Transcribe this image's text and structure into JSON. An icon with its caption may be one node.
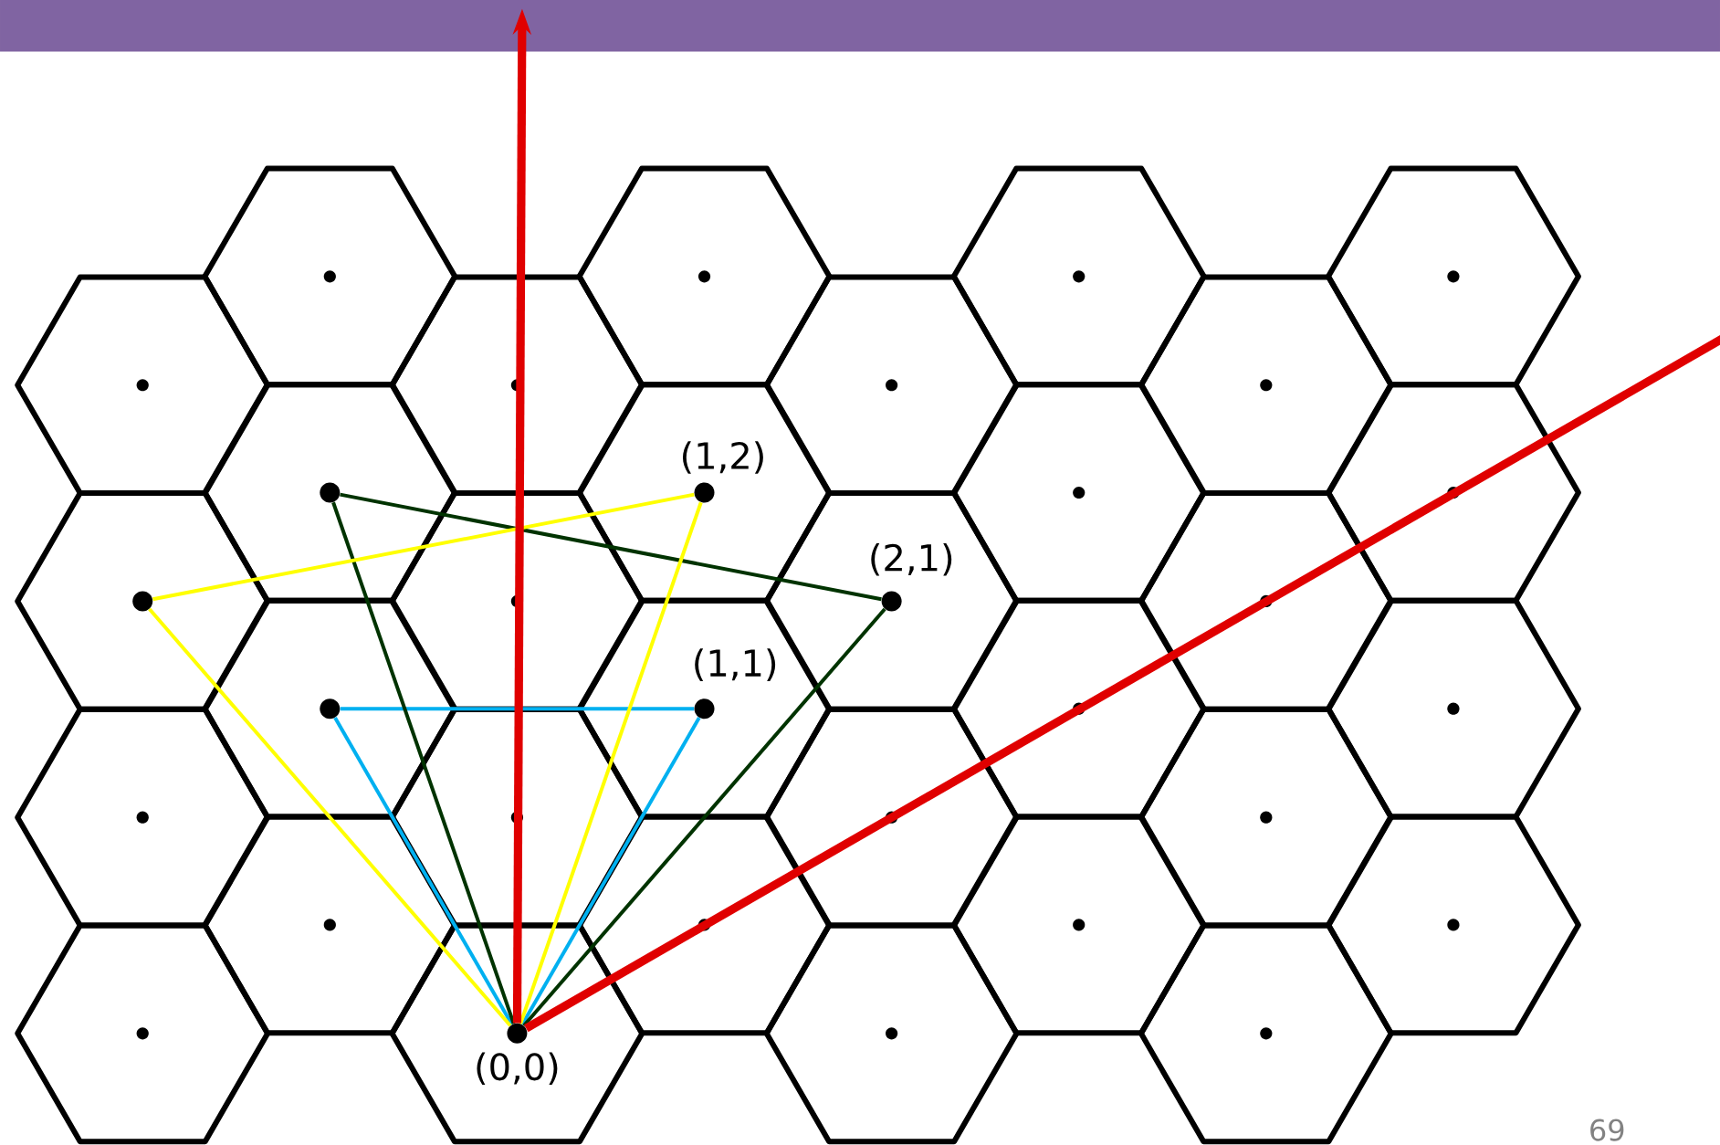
{
  "diagram": {
    "nodes": [
      {
        "text": [],
        "shape": "circle",
        "beside": [
          "(1,2)"
        ]
      },
      {
        "text": [],
        "shape": "circle"
      },
      {
        "text": [],
        "shape": "circle"
      },
      {
        "text": [],
        "shape": "circle",
        "beside": [
          "(2,1)"
        ]
      },
      {
        "text": [],
        "shape": "circle"
      },
      {
        "text": [],
        "shape": "circle",
        "beside": [
          "(1,1)"
        ]
      },
      {
        "text": [],
        "shape": "circle",
        "beside": [
          "(0,0)"
        ]
      }
    ],
    "edges": [
      {
        "from": 6,
        "to": 5,
        "arrow": "none",
        "color": "#00b0f0"
      },
      {
        "from": 6,
        "to": 4,
        "arrow": "none",
        "color": "#00b0f0"
      },
      {
        "from": 4,
        "to": 5,
        "arrow": "none",
        "color": "#00b0f0"
      },
      {
        "from": 6,
        "to": 3,
        "arrow": "none",
        "color": "#003300"
      },
      {
        "from": 6,
        "to": 1,
        "arrow": "none",
        "color": "#003300"
      },
      {
        "from": 1,
        "to": 3,
        "arrow": "none",
        "color": "#003300"
      },
      {
        "from": 6,
        "to": 0,
        "arrow": "none",
        "color": "#ffff00"
      },
      {
        "from": 6,
        "to": 2,
        "arrow": "none",
        "color": "#ffff00"
      },
      {
        "from": 2,
        "to": 0,
        "arrow": "none",
        "color": "#ffff00"
      },
      {
        "from": 6,
        "to": null,
        "arrow": "to",
        "color": "#e00000",
        "style": "thick"
      },
      {
        "from": 6,
        "to": null,
        "arrow": "none",
        "color": "#e00000",
        "style": "thick"
      }
    ],
    "labels": [
      "69"
    ]
  }
}
